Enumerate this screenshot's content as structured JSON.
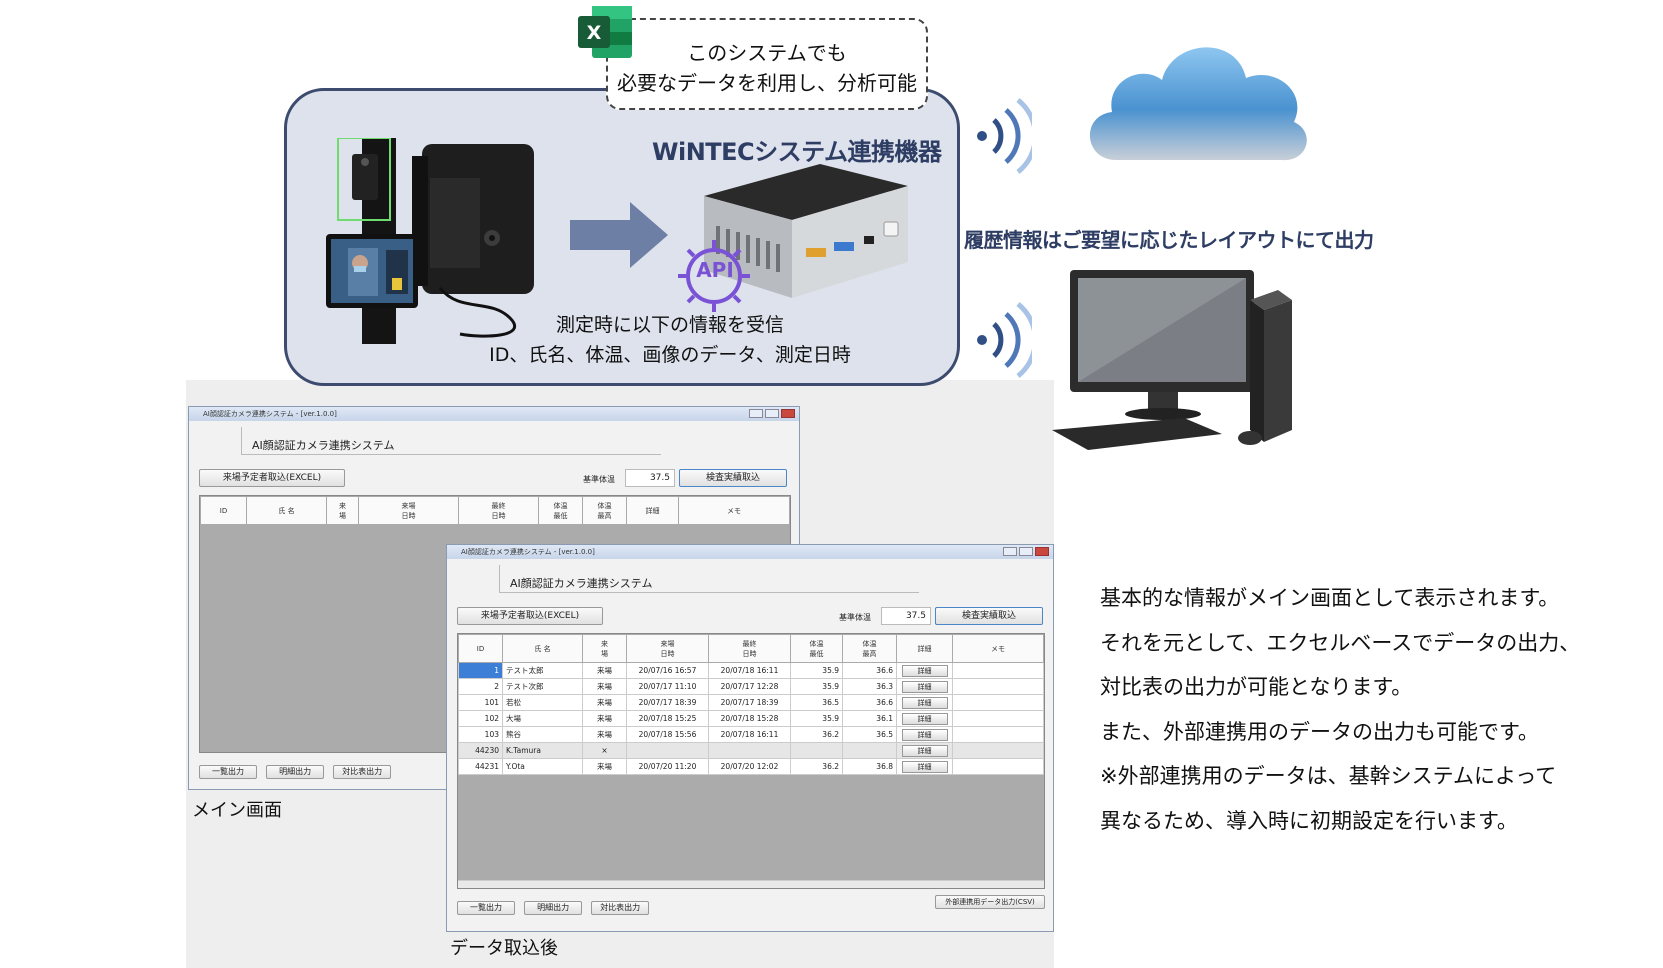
{
  "callout": {
    "line1": "このシステムでも",
    "line2": "必要なデータを利用し、分析可能"
  },
  "device": {
    "title": "WiNTECシステム連携機器",
    "api_label": "API"
  },
  "receive": {
    "line1": "測定時に以下の情報を受信",
    "line2": "ID、氏名、体温、画像のデータ、測定日時"
  },
  "output_note": "履歴情報はご要望に応じたレイアウトにて出力",
  "description": [
    "基本的な情報がメイン画面として表示されます。",
    "それを元として、エクセルベースでデータの出力、",
    "対比表の出力が可能となります。",
    "また、外部連携用のデータの出力も可能です。",
    "※外部連携用のデータは、基幹システムによって",
    "異なるため、導入時に初期設定を行います。"
  ],
  "app": {
    "window_title": "AI顔認証カメラ連携システム - [ver.1.0.0]",
    "title": "AI顔認証カメラ連携システム",
    "import_button": "来場予定者取込(EXCEL)",
    "threshold_label": "基準体温",
    "threshold_value": "37.5",
    "fetch_button": "検査実績取込",
    "columns": [
      "ID",
      "氏 名",
      "来\n場",
      "来場\n日時",
      "最終\n日時",
      "体温\n最低",
      "体温\n最高",
      "詳細",
      "メモ"
    ],
    "bottom_buttons": [
      "一覧出力",
      "明細出力",
      "対比表出力"
    ],
    "csv_button": "外部連携用データ出力(CSV)",
    "detail_label": "詳細",
    "rows": [
      {
        "id": "1",
        "name": "テスト太郎",
        "visit": "来場",
        "visit_time": "20/07/16 16:57",
        "last_time": "20/07/18 16:11",
        "tmin": "35.9",
        "tmax": "36.6"
      },
      {
        "id": "2",
        "name": "テスト次郎",
        "visit": "来場",
        "visit_time": "20/07/17 11:10",
        "last_time": "20/07/17 12:28",
        "tmin": "35.9",
        "tmax": "36.3"
      },
      {
        "id": "101",
        "name": "若松",
        "visit": "来場",
        "visit_time": "20/07/17 18:39",
        "last_time": "20/07/17 18:39",
        "tmin": "36.5",
        "tmax": "36.6"
      },
      {
        "id": "102",
        "name": "大場",
        "visit": "来場",
        "visit_time": "20/07/18 15:25",
        "last_time": "20/07/18 15:28",
        "tmin": "35.9",
        "tmax": "36.1"
      },
      {
        "id": "103",
        "name": "熊谷",
        "visit": "来場",
        "visit_time": "20/07/18 15:56",
        "last_time": "20/07/18 16:11",
        "tmin": "36.2",
        "tmax": "36.5"
      },
      {
        "id": "44230",
        "name": "K.Tamura",
        "visit": "×",
        "visit_time": "",
        "last_time": "",
        "tmin": "",
        "tmax": ""
      },
      {
        "id": "44231",
        "name": "Y.Ota",
        "visit": "来場",
        "visit_time": "20/07/20 11:20",
        "last_time": "20/07/20 12:02",
        "tmin": "36.2",
        "tmax": "36.8"
      }
    ]
  },
  "captions": {
    "main": "メイン画面",
    "after": "データ取込後"
  },
  "colors": {
    "navy": "#2e3d63",
    "box_fill": "#dde2ec",
    "excel_green": "#1f7244",
    "cloud_blue": "#5aa0d8",
    "select_blue": "#3d7fd6"
  }
}
